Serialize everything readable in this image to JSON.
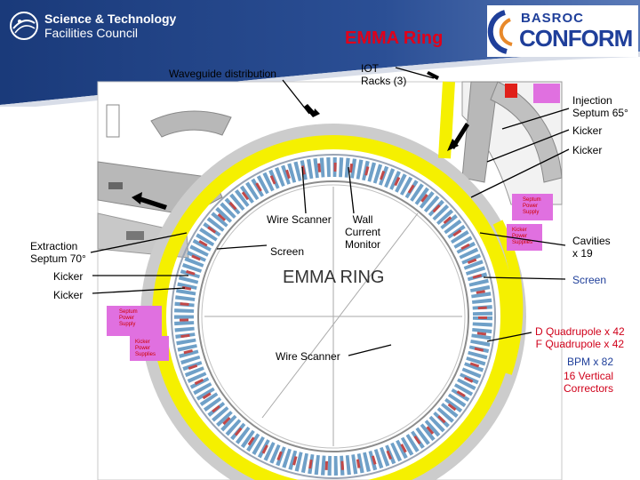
{
  "header": {
    "title": "EMMA Ring",
    "stfc_line1": "Science & Technology",
    "stfc_line2": "Facilities Council",
    "conform_top": "BASROC",
    "conform_bottom": "CONFORM"
  },
  "colors": {
    "header_blue": "#1a3a7a",
    "title_red": "#e0001a",
    "ring_yellow": "#f5f000",
    "septum_pink": "#e070e0",
    "corridor_gray": "#b8b8b8",
    "label_blue": "#1f3f9a"
  },
  "labels": {
    "waveguide": "Waveguide distribution",
    "iot_racks": "IOT\nRacks (3)",
    "injection": "Injection\nSeptum 65°",
    "kicker_top1": "Kicker",
    "kicker_top2": "Kicker",
    "wire_scanner_top": "Wire Scanner",
    "wall_current": "Wall\nCurrent\nMonitor",
    "screen_center": "Screen",
    "extraction": "Extraction\nSeptum 70°",
    "kicker_left1": "Kicker",
    "kicker_left2": "Kicker",
    "cavities": "Cavities\nx 19",
    "screen_right": "Screen",
    "quadrupoles": "D Quadrupole x 42\nF Quadrupole x 42",
    "bpm": "BPM x 82",
    "correctors": "16 Vertical\nCorrectors",
    "wire_scanner_bottom": "Wire Scanner",
    "emma_ring": "EMMA RING",
    "septum_ps_right": "Septum\nPower\nSupply",
    "kicker_ps_right": "Kicker\nPower\nSupplies",
    "septum_ps_left": "Septum\nPower\nSupply",
    "kicker_ps_left": "Kicker\nPower\nSupplies"
  }
}
